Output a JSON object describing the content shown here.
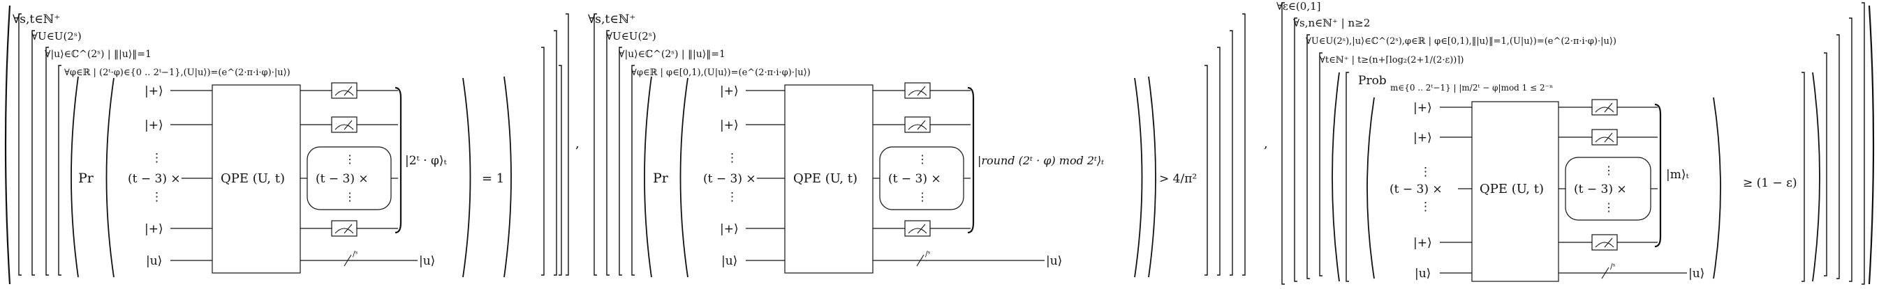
{
  "panels": [
    {
      "quantifiers": {
        "q1": "∀s,t∈ℕ⁺",
        "q2": "∀U∈U(2ˢ)",
        "q3": "∀|u⟩∈ℂ^(2ˢ) | ‖|u⟩‖=1",
        "q4": "∀φ∈ℝ | (2ᵗ·φ)∈{0 .. 2ᵗ−1},(U|u⟩)=(e^(2·π·i·φ)·|u⟩)"
      },
      "pr_label": "Pr",
      "wires": {
        "plus_top": "|+⟩",
        "plus_second": "|+⟩",
        "dots": "⋮",
        "repeat_label": "(t − 3) ×",
        "plus_bottom": "|+⟩",
        "u_in": "|u⟩",
        "u_out": "|u⟩",
        "slash": "/ˢ"
      },
      "qpe_label": "QPE (U, t)",
      "meas_box_label": "(t − 3) ×",
      "outcome": "|2ᵗ · φ⟩ₜ",
      "relation": "= 1"
    },
    {
      "quantifiers": {
        "q1": "∀s,t∈ℕ⁺",
        "q2": "∀U∈U(2ˢ)",
        "q3": "∀|u⟩∈ℂ^(2ˢ) | ‖|u⟩‖=1",
        "q4": "∀φ∈ℝ | φ∈[0,1),(U|u⟩)=(e^(2·π·i·φ)·|u⟩)"
      },
      "pr_label": "Pr",
      "wires": {
        "plus_top": "|+⟩",
        "plus_second": "|+⟩",
        "dots": "⋮",
        "repeat_label": "(t − 3) ×",
        "plus_bottom": "|+⟩",
        "u_in": "|u⟩",
        "u_out": "|u⟩",
        "slash": "/ˢ"
      },
      "qpe_label": "QPE (U, t)",
      "meas_box_label": "(t − 3) ×",
      "outcome": "|round (2ᵗ · φ)  mod 2ᵗ⟩ₜ",
      "relation": "> 4/π²"
    },
    {
      "quantifiers": {
        "q0": "∀ε∈(0,1]",
        "q1": "∀s,n∈ℕ⁺ | n≥2",
        "q2": "∀U∈U(2ˢ),|u⟩∈ℂ^(2ˢ),φ∈ℝ | φ∈[0,1),‖|u⟩‖=1,(U|u⟩)=(e^(2·π·i·φ)·|u⟩)",
        "q3": "∀t∈ℕ⁺ | t≥(n+⌈log₂(2+1/(2·ε))⌉)"
      },
      "pr_label": "Prob",
      "pr_subscript": "m∈{0 .. 2ᵗ−1} | |m/2ᵗ − φ|mod 1 ≤ 2⁻ⁿ",
      "wires": {
        "plus_top": "|+⟩",
        "plus_second": "|+⟩",
        "dots": "⋮",
        "repeat_label": "(t − 3) ×",
        "plus_bottom": "|+⟩",
        "u_in": "|u⟩",
        "u_out": "|u⟩",
        "slash": "/ˢ"
      },
      "qpe_label": "QPE (U, t)",
      "meas_box_label": "(t − 3) ×",
      "outcome": "|m⟩ₜ",
      "relation": "≥ (1 − ε)"
    }
  ],
  "separators": [
    ",",
    ","
  ]
}
